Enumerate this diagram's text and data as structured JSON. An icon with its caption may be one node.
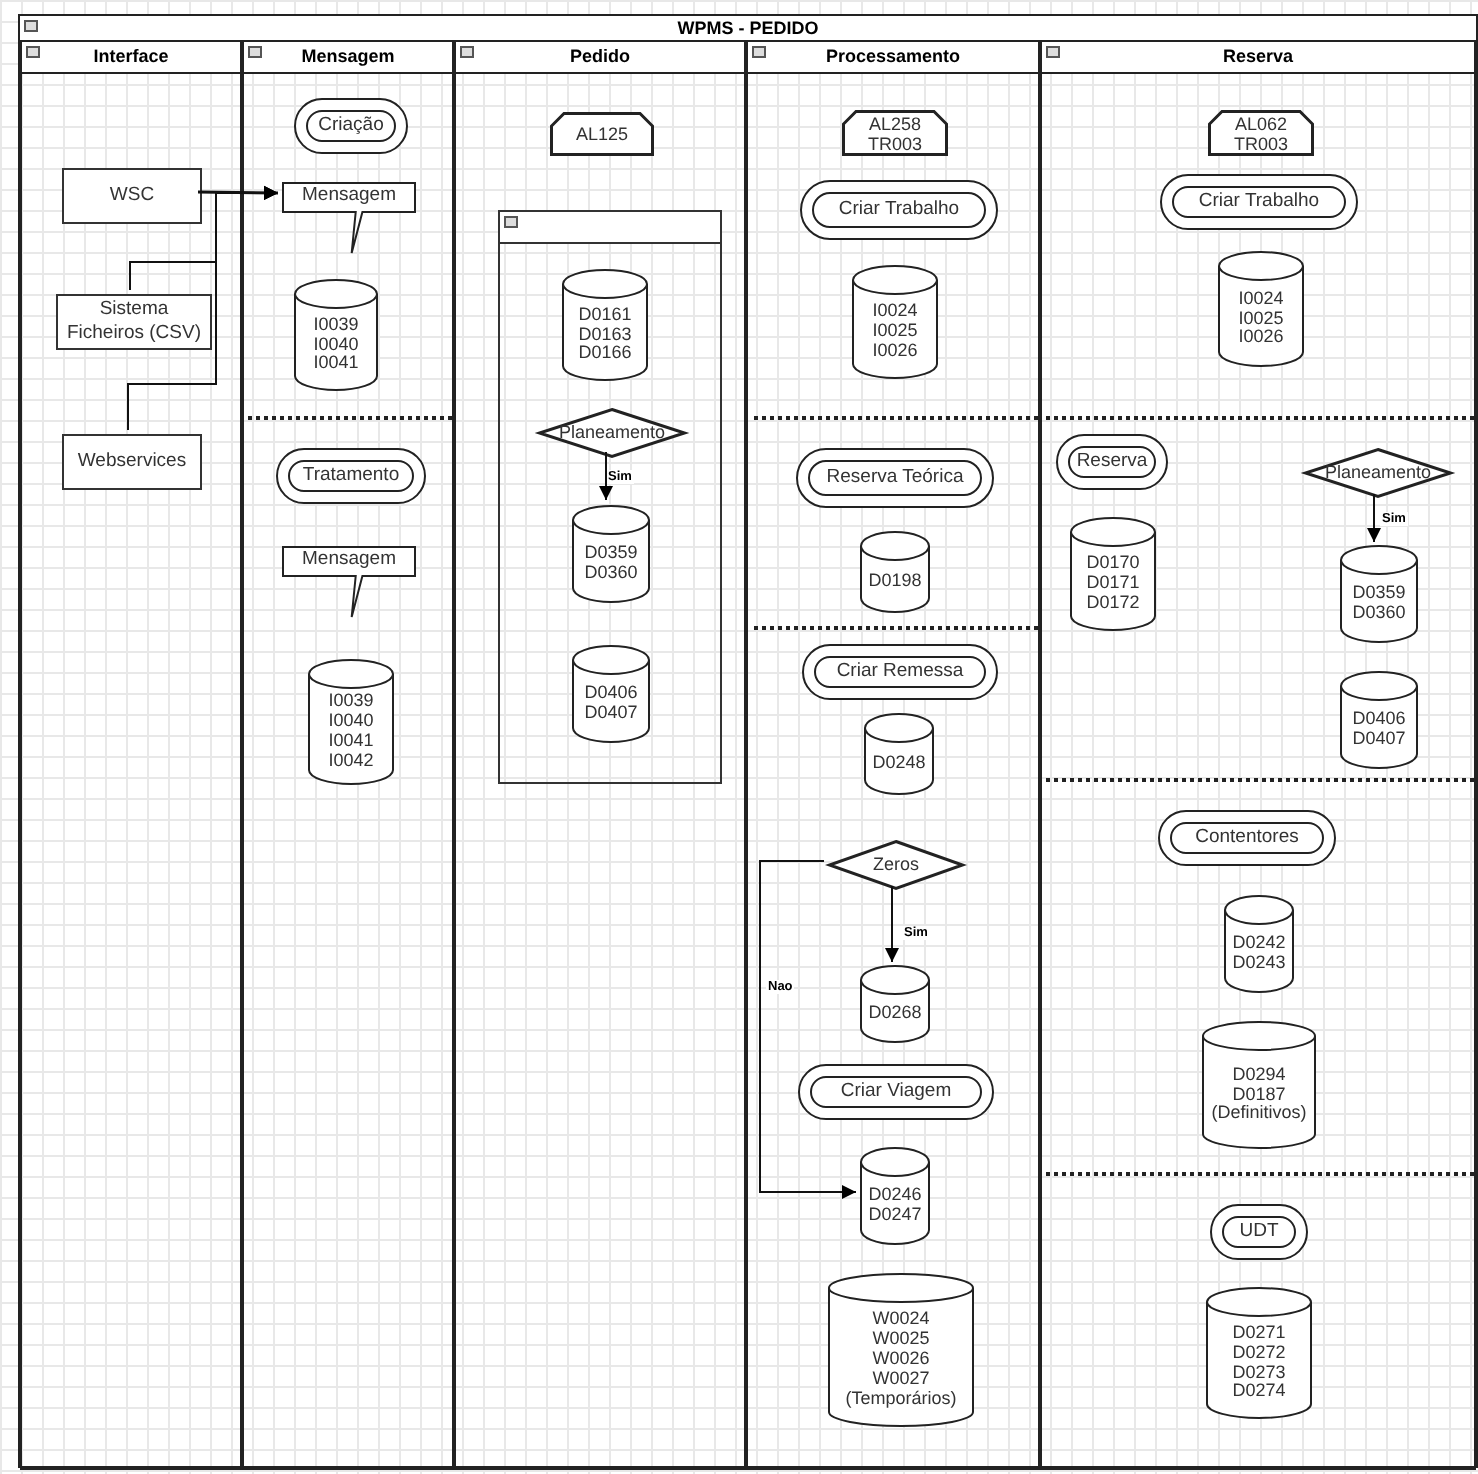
{
  "diagram": {
    "nodes": [
      {
        "text": [
          "WPMS - PEDIDO"
        ]
      },
      {
        "text": [
          "Interface"
        ],
        "in": 0
      },
      {
        "text": [
          "Mensagem"
        ],
        "in": 0
      },
      {
        "text": [
          "Pedido"
        ],
        "in": 0
      },
      {
        "text": [
          "Processamento"
        ],
        "in": 0
      },
      {
        "text": [
          "Reserva"
        ],
        "in": 0
      },
      {
        "text": [
          "WSC"
        ],
        "in": 1
      },
      {
        "text": [
          "Sistema Ficheiros (CSV)"
        ],
        "in": 1
      },
      {
        "text": [
          "Webservices"
        ],
        "in": 1
      },
      {
        "text": [
          "Criação"
        ],
        "in": 2
      },
      {
        "text": [
          "Mensagem"
        ],
        "in": 2
      },
      {
        "text": [
          "I0039 I0040 I0041"
        ],
        "in": 2
      },
      {
        "text": [
          "Tratamento"
        ],
        "in": 2
      },
      {
        "text": [
          "Mensagem"
        ],
        "in": 2
      },
      {
        "text": [
          "I0039 I0040 I0041 I0042"
        ],
        "in": 2
      },
      {
        "text": [
          "AL125"
        ],
        "in": 3
      },
      {
        "text": [],
        "shape": "box",
        "in": 3
      },
      {
        "text": [
          "D0161 D0163 D0166"
        ],
        "in": 16
      },
      {
        "text": [
          "Planeamento"
        ],
        "in": 16
      },
      {
        "text": [
          "D0359 D0360"
        ],
        "in": 16
      },
      {
        "text": [
          "D0406 D0407"
        ],
        "in": 16
      },
      {
        "text": [
          "AL258 TR003"
        ],
        "in": 4
      },
      {
        "text": [
          "Criar Trabalho"
        ],
        "in": 4
      },
      {
        "text": [
          "I0024 I0025 I0026"
        ],
        "in": 4
      },
      {
        "text": [
          "Reserva Teórica"
        ],
        "in": 4
      },
      {
        "text": [
          "D0198"
        ],
        "in": 4
      },
      {
        "text": [
          "Criar Remessa"
        ],
        "in": 4
      },
      {
        "text": [
          "D0248"
        ],
        "in": 4
      },
      {
        "text": [
          "Zeros"
        ],
        "in": 4
      },
      {
        "text": [
          "D0268"
        ],
        "in": 4
      },
      {
        "text": [
          "Criar Viagem"
        ],
        "in": 4
      },
      {
        "text": [
          "D0246 D0247"
        ],
        "in": 4
      },
      {
        "text": [
          "W0024 W0025 W0026 W0027 (Temporários)"
        ],
        "in": 4
      },
      {
        "text": [
          "AL062 TR003"
        ],
        "in": 5
      },
      {
        "text": [
          "Criar Trabalho"
        ],
        "in": 5
      },
      {
        "text": [
          "I0024 I0025 I0026"
        ],
        "in": 5
      },
      {
        "text": [
          "Reserva"
        ],
        "in": 5
      },
      {
        "text": [
          "D0170 D0171 D0172"
        ],
        "in": 5
      },
      {
        "text": [
          "Planeamento"
        ],
        "in": 5
      },
      {
        "text": [
          "D0359 D0360"
        ],
        "in": 5
      },
      {
        "text": [
          "D0406 D0407"
        ],
        "in": 5
      },
      {
        "text": [
          "Contentores"
        ],
        "in": 5
      },
      {
        "text": [
          "D0242 D0243"
        ],
        "in": 5
      },
      {
        "text": [
          "D0294 D0187 (Definitivos)"
        ],
        "in": 5
      },
      {
        "text": [
          "UDT"
        ],
        "in": 5
      },
      {
        "text": [
          "D0271 D0272 D0273 D0274"
        ],
        "in": 5
      }
    ],
    "edges": [
      {
        "from": 6,
        "to": 10,
        "arrow": "to"
      },
      {
        "from": 7,
        "to": 10,
        "arrow": "to"
      },
      {
        "from": 8,
        "to": 10,
        "arrow": "to"
      },
      {
        "from": 18,
        "to": 19,
        "arrow": "to",
        "label": "Sim"
      },
      {
        "from": 28,
        "to": 29,
        "arrow": "to",
        "label": "Sim"
      },
      {
        "from": 28,
        "to": 31,
        "arrow": "to",
        "label": "Nao"
      },
      {
        "from": 38,
        "to": 39,
        "arrow": "to",
        "label": "Sim"
      }
    ]
  }
}
